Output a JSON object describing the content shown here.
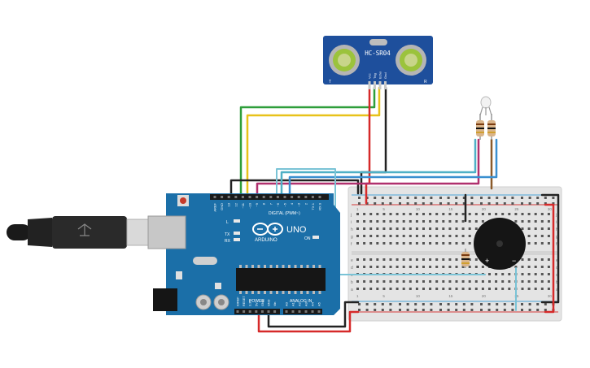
{
  "sensor": {
    "name": "HC-SR04",
    "pins": [
      "Vcc",
      "Trig",
      "Echo",
      "Gnd"
    ],
    "side_marks": [
      "T",
      "R"
    ]
  },
  "arduino": {
    "brand": "ARDUINO",
    "model": "UNO",
    "header_digital": "DIGITAL (PWM~)",
    "header_power": "POWER",
    "header_analog": "ANALOG IN",
    "digital_pins": [
      "AREF",
      "GND",
      "13",
      "12",
      "~11",
      "~10",
      "~9",
      "8",
      "7",
      "~6",
      "~5",
      "4",
      "~3",
      "2",
      "TX 1",
      "RX 0"
    ],
    "power_pins": [
      "IOREF",
      "RESET",
      "3.3V",
      "5V",
      "GND",
      "GND",
      "Vin"
    ],
    "analog_pins": [
      "A0",
      "A1",
      "A2",
      "A3",
      "A4",
      "A5"
    ],
    "leds": [
      "L",
      "TX",
      "RX"
    ],
    "on_label": "ON"
  },
  "breadboard": {
    "row_letters_top": [
      "j",
      "i",
      "h",
      "g",
      "f"
    ],
    "row_letters_bottom": [
      "e",
      "d",
      "c",
      "b",
      "a"
    ],
    "column_numbers": [
      "1",
      "5",
      "10",
      "15",
      "20",
      "25",
      "30"
    ]
  },
  "buzzer": {
    "plus": "+",
    "minus": "−"
  },
  "colors": {
    "board_blue": "#1b6fa8",
    "wire_red": "#d62a2a",
    "wire_black": "#222222",
    "wire_green": "#2e9e3a",
    "wire_yellow": "#e8c21a",
    "wire_cyan": "#4fb0c6",
    "wire_magenta": "#b0306e",
    "wire_brown": "#8a5a2b",
    "wire_blue": "#3a8fd0",
    "sensor_blue": "#1e4f9c"
  }
}
